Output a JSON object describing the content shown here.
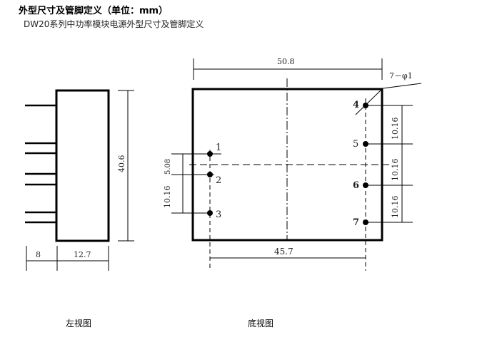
{
  "title": "外型尺寸及管脚定义（单位：mm）",
  "subtitle": "DW20系列中功率模块电源外型尺寸及管脚定义",
  "left_view": {
    "caption": "左视图",
    "height": "40.6",
    "pin_len": "8",
    "depth": "12.7"
  },
  "bottom_view": {
    "caption": "底视图",
    "width": "50.8",
    "pin_span": "45.7",
    "hole_note": "7－φ1",
    "pins": [
      "1",
      "2",
      "3",
      "4",
      "5",
      "6",
      "7"
    ],
    "left_pitch_small": "5.08",
    "left_pitch": "10.16",
    "right_pitches": [
      "10.16",
      "10.16",
      "10.16"
    ]
  }
}
